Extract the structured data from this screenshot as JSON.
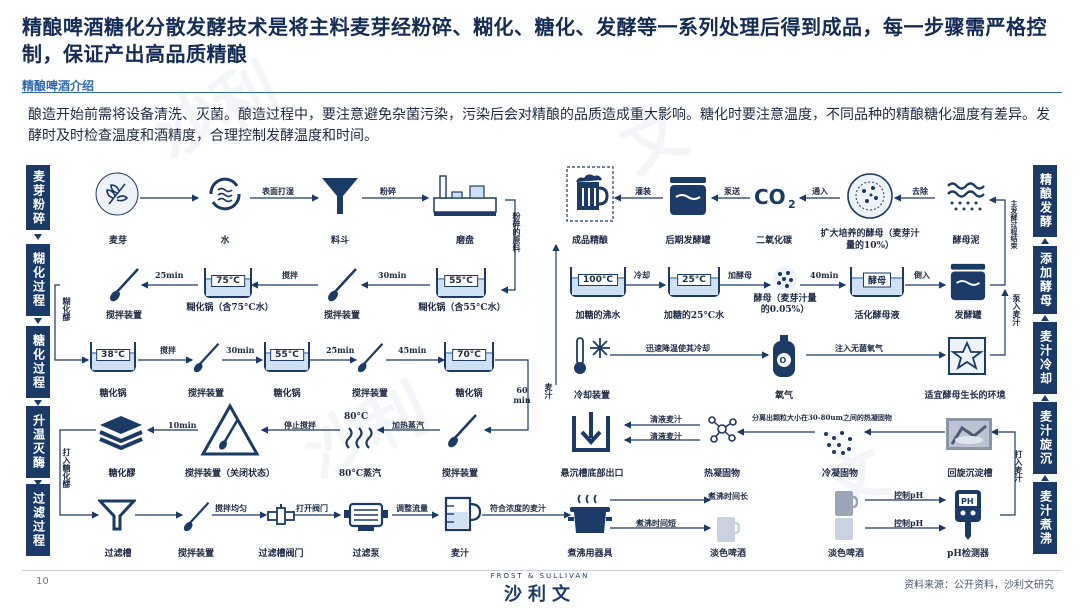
{
  "header": {
    "title": "精酿啤酒糖化分散发酵技术是将主料麦芽经粉碎、糊化、糖化、发酵等一系列处理后得到成品，每一步骤需严格控制，保证产出高品质精酿",
    "subtitle": "精酿啤酒介绍",
    "description": "酿造开始前需将设备清洗、灭菌。酿造过程中，要注意避免杂菌污染，污染后会对精酿的品质造成重大影响。糖化时要注意温度，不同品种的精酿糖化温度有差异。发酵时及时检查温度和酒精度，合理控制发酵温度和时间。"
  },
  "left_stages": [
    "麦芽粉碎",
    "糊化过程",
    "糖化过程",
    "升温灭酶",
    "过滤过程"
  ],
  "right_stages": [
    "精酿发酵",
    "添加酵母",
    "麦汁冷却",
    "麦汁旋沉",
    "麦汁煮沸"
  ],
  "nodes": {
    "malt": "麦芽",
    "water": "水",
    "hopper": "料斗",
    "mill": "磨盘",
    "stir1": "搅拌装置",
    "gelpot1": "糊化锅（含75°C水）",
    "stir2": "搅拌装置",
    "gelpot2": "糊化锅（含55°C水）",
    "sacc1": "糖化锅",
    "stir3": "搅拌装置",
    "sacc2": "糖化锅",
    "stir4": "搅拌装置",
    "sacc3": "糖化锅",
    "mash": "糖化醪",
    "stir_closed": "搅拌装置（关闭状态）",
    "steam": "80°C蒸汽",
    "stir5": "搅拌装置",
    "lauter": "过滤槽",
    "stir6": "搅拌装置",
    "valve": "过滤槽阀门",
    "pump": "过滤泵",
    "wort": "麦汁",
    "product": "成品精酿",
    "post_ferm": "后期发酵罐",
    "co2": "二氧化碳",
    "yeast_expand": "扩大培养的酵母（麦芽汁量的10%）",
    "yeast_mud": "酵母泥",
    "boil_water": "加糖的沸水",
    "water25": "加糖的25°C水",
    "yeast": "酵母（麦芽汁量的0.05%）",
    "active_yeast": "活化酵母液",
    "fermenter": "发酵罐",
    "cooler": "冷却装置",
    "oxygen": "氧气",
    "env": "适宜酵母生长的环境",
    "outlet": "悬沉槽底部出口",
    "hot_break": "热凝固物",
    "cold_break": "冷凝固物",
    "whirlpool": "回旋沉淀槽",
    "kettle": "煮沸用器具",
    "pale1": "淡色啤酒",
    "pale2": "淡色啤酒",
    "ph": "pH检测器"
  },
  "temps": {
    "gelpot1": "75°C",
    "gelpot2": "55°C",
    "sacc1": "38°C",
    "sacc2": "55°C",
    "sacc3": "70°C",
    "boil": "100°C",
    "w25": "25°C",
    "active": "酵母",
    "steam": "80°C"
  },
  "process_labels": {
    "wet": "表面打湿",
    "crush": "粉碎",
    "crushed": "粉碎的原料",
    "t25": "25min",
    "stir": "搅拌",
    "t30": "30min",
    "gel_mash": "糊化醪",
    "s_stir": "搅拌",
    "s30": "30min",
    "s25": "25min",
    "s45": "45min",
    "t60": "60 min",
    "wort_v": "麦汁",
    "t10": "10min",
    "stop_stir": "停止搅拌",
    "heat_steam": "加热蒸汽",
    "into_mash": "打入糖化醪",
    "stir_even": "搅拌均匀",
    "open_valve": "打开阀门",
    "adjust_flow": "调整流量",
    "match_wort": "符合浓度的麦汁",
    "fill": "灌装",
    "pump_out": "泵送",
    "pass_in": "通入",
    "remove": "去除",
    "cool": "冷却",
    "add_yeast": "加酵母",
    "t40": "40min",
    "pour": "倒入",
    "main_end": "主发酵过程结束",
    "pump_wort": "泵入麦汁",
    "rapid_cool": "迅速降温使其冷却",
    "sterile_o2": "注入无菌氧气",
    "clear1": "清液麦汁",
    "clear2": "清液麦汁",
    "separate": "分离出颗粒大小在30-80um之间的热凝固物",
    "boil_long": "煮沸时间长",
    "boil_short": "煮沸时间短",
    "ctrl_ph1": "控制pH",
    "ctrl_ph2": "控制pH",
    "into_wort": "打入麦汁"
  },
  "footer": {
    "page": "10",
    "brand_top": "FROST & SULLIVAN",
    "brand": "沙利文",
    "source": "资料来源：公开资料，沙利文研究"
  },
  "colors": {
    "navy": "#1b3a66",
    "accent": "#2f69b3",
    "water": "#cfe0f2"
  }
}
